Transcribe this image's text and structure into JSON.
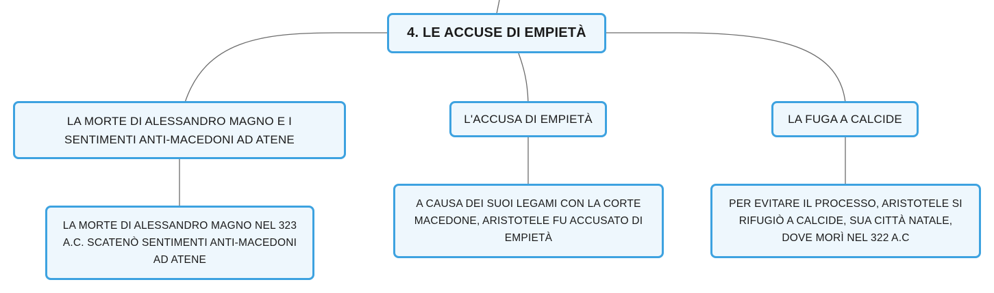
{
  "root": {
    "label": "4. LE ACCUSE DI EMPIETÀ"
  },
  "branches": [
    {
      "label": "LA MORTE DI ALESSANDRO MAGNO E I\nSENTIMENTI ANTI-MACEDONI AD ATENE",
      "child": "LA MORTE DI ALESSANDRO MAGNO NEL 323\nA.C. SCATENÒ SENTIMENTI ANTI-MACEDONI\nAD ATENE"
    },
    {
      "label": "L'ACCUSA DI EMPIETÀ",
      "child": "A CAUSA DEI SUOI LEGAMI CON LA CORTE\nMACEDONE, ARISTOTELE FU ACCUSATO DI\nEMPIETÀ"
    },
    {
      "label": "LA FUGA A CALCIDE",
      "child": "PER EVITARE IL PROCESSO, ARISTOTELE SI\nRIFUGIÒ A CALCIDE, SUA CITTÀ NATALE,\nDOVE MORÌ NEL 322 A.C"
    }
  ],
  "colors": {
    "node_border": "#3da2e0",
    "node_fill": "#eef7fd",
    "connector": "#6b6b6b"
  }
}
